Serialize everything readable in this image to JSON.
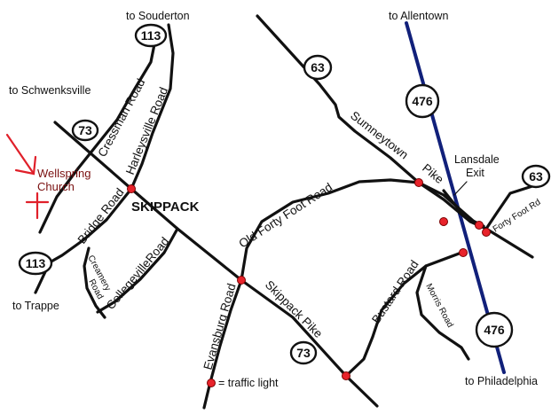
{
  "map": {
    "town": "SKIPPACK",
    "church": {
      "line1": "Wellspring",
      "line2": "Church"
    },
    "destinations": {
      "souderton": "to Souderton",
      "allentown": "to Allentown",
      "schwenksville": "to Schwenksville",
      "trappe": "to Trappe",
      "philadelphia": "to Philadelphia"
    },
    "shields": {
      "r113_top": "113",
      "r63_top": "63",
      "r476_top": "476",
      "r73_left": "73",
      "r63_right": "63",
      "r113_left": "113",
      "r73_bottom": "73",
      "r476_bottom": "476"
    },
    "roads": {
      "cressman": "Cressman Road",
      "harleysville": "Harleysville Road",
      "bridge": "Bridge Road",
      "creamery_1": "Creamery",
      "creamery_2": "Road",
      "collegeville": "CollegevilleRoad",
      "old_forty_foot": "Old   Forty   Foot Road",
      "evansburg": "Evansburg Road",
      "skippack_pike": "Skippack Pike",
      "sumneytown": "Sumneytown",
      "pike": "Pike",
      "bustard": "Bustard Road",
      "morris": "Morris Road",
      "forty_foot_rd": "Forty Foot Rd"
    },
    "exit": {
      "line1": "Lansdale",
      "line2": "Exit"
    },
    "legend": {
      "label": "= traffic light"
    },
    "colors": {
      "highway": "#11207a",
      "traffic_light": "#e8232b",
      "church_text": "#7a1010",
      "arrow": "#e0202a"
    }
  }
}
